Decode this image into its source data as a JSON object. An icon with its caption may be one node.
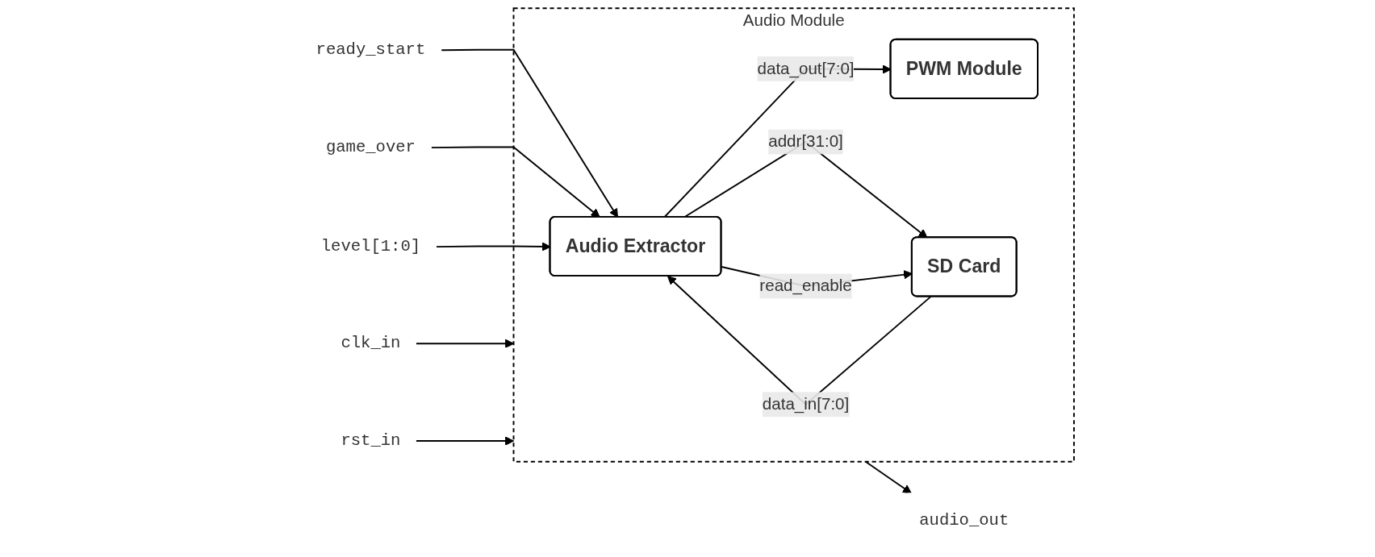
{
  "diagram": {
    "nodes": [
      {
        "text": [
          "Audio Module"
        ]
      },
      {
        "text": [
          "Audio Extractor"
        ],
        "in": 0
      },
      {
        "text": [
          "PWM Module"
        ],
        "in": 0
      },
      {
        "text": [
          "SD Card"
        ],
        "in": 0
      },
      {
        "text": [
          "ready_start"
        ]
      },
      {
        "text": [
          "game_over"
        ]
      },
      {
        "text": [
          "level[1:0]"
        ]
      },
      {
        "text": [
          "clk_in"
        ]
      },
      {
        "text": [
          "rst_in"
        ]
      },
      {
        "text": [
          "audio_out"
        ]
      }
    ],
    "edges": [
      {
        "from": 4,
        "to": 1,
        "arrow": "to"
      },
      {
        "from": 5,
        "to": 1,
        "arrow": "to"
      },
      {
        "from": 6,
        "to": 1,
        "arrow": "to"
      },
      {
        "from": 1,
        "to": 2,
        "arrow": "to",
        "label": "data_out[7:0]"
      },
      {
        "from": 1,
        "to": 3,
        "arrow": "to",
        "label": "addr[31:0]"
      },
      {
        "from": 1,
        "to": 3,
        "arrow": "to",
        "label": "read_enable"
      },
      {
        "from": 3,
        "to": 1,
        "arrow": "to",
        "label": "data_in[7:0]"
      },
      {
        "from": 7,
        "to": 0,
        "arrow": "to"
      },
      {
        "from": 8,
        "to": 0,
        "arrow": "to"
      },
      {
        "from": 0,
        "to": 9,
        "arrow": "to"
      }
    ]
  }
}
